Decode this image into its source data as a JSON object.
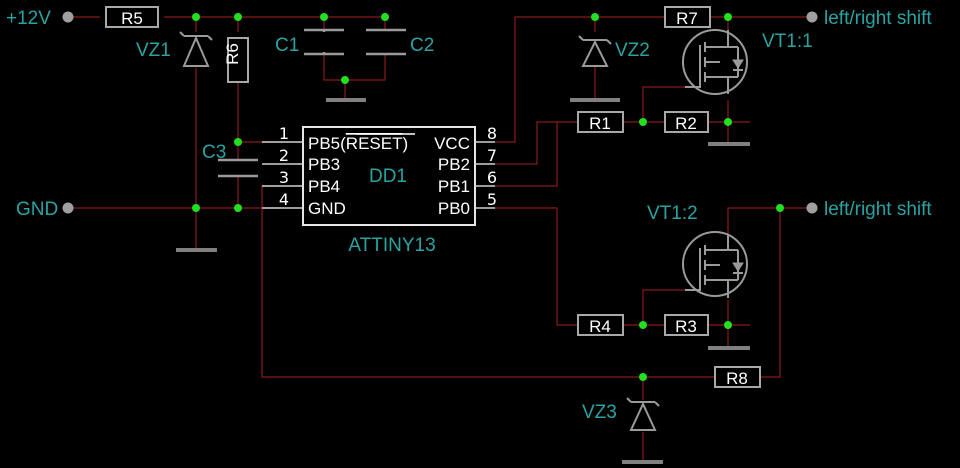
{
  "title": "",
  "nets": {
    "vplus": "+12V",
    "gnd": "GND",
    "out1": "left/right shift",
    "out2": "left/right shift"
  },
  "components": {
    "R1": "R1",
    "R2": "R2",
    "R3": "R3",
    "R4": "R4",
    "R5": "R5",
    "R6": "R6",
    "R7": "R7",
    "R8": "R8",
    "C1": "C1",
    "C2": "C2",
    "C3": "C3",
    "VZ1": "VZ1",
    "VZ2": "VZ2",
    "VZ3": "VZ3",
    "VT1_1": "VT1:1",
    "VT1_2": "VT1:2"
  },
  "ic": {
    "ref": "DD1",
    "part": "ATTINY13",
    "pins_left": [
      {
        "num": "1",
        "name": "PB5(RESET)",
        "name_pre": "PB5(",
        "name_over": "RESET",
        "name_post": ")"
      },
      {
        "num": "2",
        "name": "PB3"
      },
      {
        "num": "3",
        "name": "PB4"
      },
      {
        "num": "4",
        "name": "GND"
      }
    ],
    "pins_right": [
      {
        "num": "8",
        "name": "VCC"
      },
      {
        "num": "7",
        "name": "PB2"
      },
      {
        "num": "6",
        "name": "PB1"
      },
      {
        "num": "5",
        "name": "PB0"
      }
    ]
  },
  "colors": {
    "background": "#000000",
    "wire": "#8a1a1a",
    "label": "#2aa3a3",
    "junction": "#20e020",
    "component": "#a8a8a8"
  }
}
